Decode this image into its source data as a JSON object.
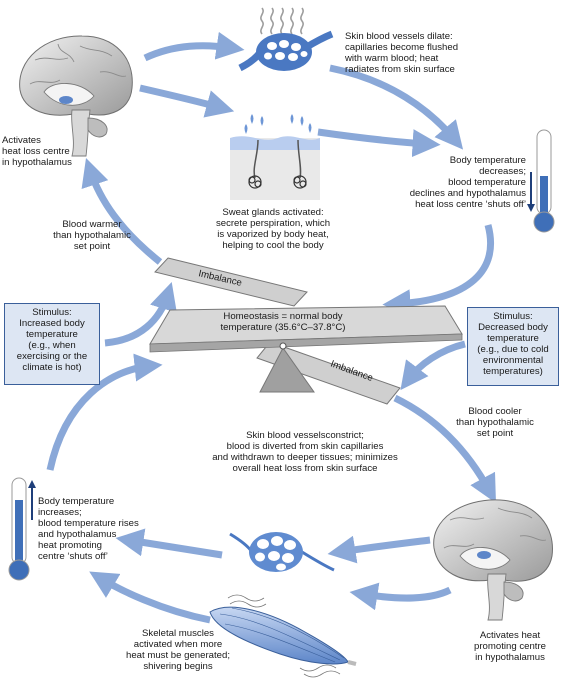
{
  "labels": {
    "top_vessels": "Skin blood vessels dilate:\ncapillaries become flushed\nwith warm blood; heat\nradiates from skin surface",
    "sweat_glands": "Sweat glands activated:\nsecrete perspiration, which\nis vaporized by body heat,\nhelping to cool the body",
    "body_temp_decreases": "Body temperature\ndecreases;\nblood temperature\ndeclines and hypothalamus\nheat loss centre ‘shuts off’",
    "activates_heat_loss": "Activates\nheat loss centre\nin hypothalamus",
    "blood_warmer": "Blood warmer\nthan hypothalamic\nset point",
    "stimulus_left": "Stimulus:\nIncreased body\ntemperature\n(e.g., when\nexercising or the\nclimate is hot)",
    "stimulus_right": "Stimulus:\nDecreased body\ntemperature\n(e.g., due to cold\nenvironmental\ntemperatures)",
    "homeostasis": "Homeostasis = normal body\ntemperature (35.6°C–37.8°C)",
    "imbalance_top": "Imbalance",
    "imbalance_bottom": "Imbalance",
    "blood_cooler": "Blood cooler\nthan hypothalamic\nset point",
    "vessels_constrict": "Skin blood vesselsconstrict;\nblood is diverted from skin capillaries\nand withdrawn to deeper tissues; minimizes\noverall heat loss from skin surface",
    "body_temp_increases": "Body temperature\nincreases;\nblood temperature rises\nand hypothalamus\nheat promoting\ncentre ‘shuts off’",
    "activates_heat_promoting": "Activates heat\npromoting centre\nin hypothalamus",
    "skeletal_muscles": "Skeletal muscles\nactivated when more\nheat must be generated;\nshivering begins"
  },
  "colors": {
    "arrow": "#8aa8d8",
    "box_fill": "#dde6f3",
    "box_border": "#3a5f9a",
    "seesaw": "#bdbdbd",
    "thermometer": "#3f6fb8",
    "vessel": "#4a78c2"
  }
}
